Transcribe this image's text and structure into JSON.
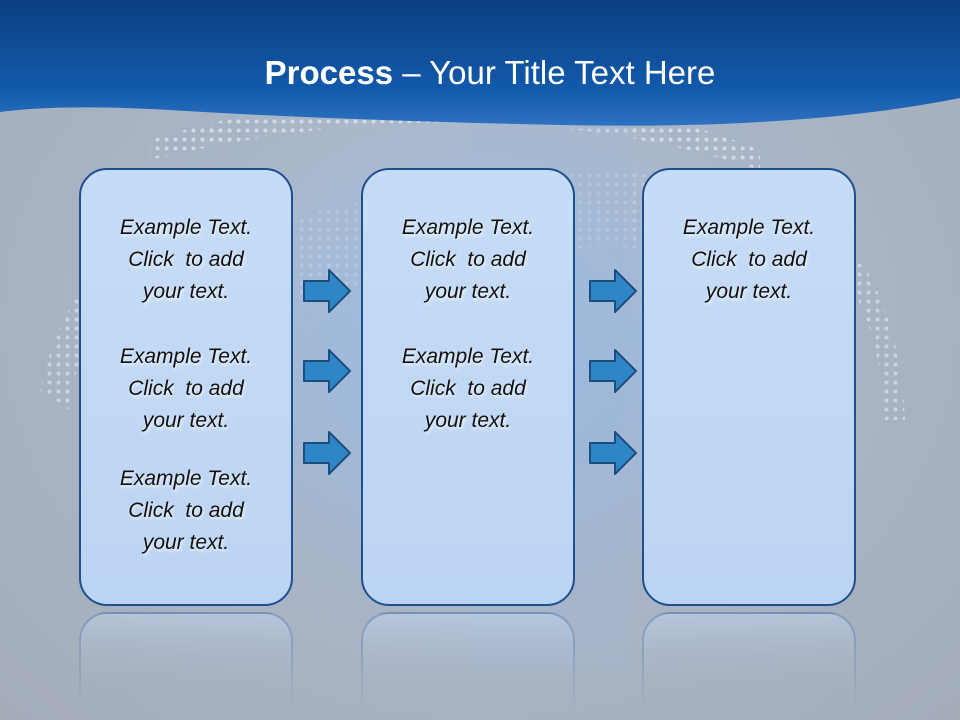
{
  "slide": {
    "title_bold": "Process",
    "title_rest": " – Your Title Text Here",
    "colors": {
      "header": "#1257a6",
      "box_fill": "#c3daf5",
      "box_border": "#1f4f8e",
      "arrow_fill": "#2f86c6",
      "arrow_border": "#1b4e7d"
    }
  },
  "columns": [
    {
      "items": [
        {
          "line1": "Example Text.",
          "line2": "Click  to add",
          "line3": "your text."
        },
        {
          "line1": "Example Text.",
          "line2": "Click  to add",
          "line3": "your text."
        },
        {
          "line1": "Example Text.",
          "line2": "Click  to add",
          "line3": "your text."
        }
      ]
    },
    {
      "items": [
        {
          "line1": "Example Text.",
          "line2": "Click  to add",
          "line3": "your text."
        },
        {
          "line1": "Example Text.",
          "line2": "Click  to add",
          "line3": "your text."
        }
      ]
    },
    {
      "items": [
        {
          "line1": "Example Text.",
          "line2": "Click  to add",
          "line3": "your text."
        }
      ]
    }
  ],
  "arrows": {
    "icon": "right-arrow-icon",
    "count_group1": 3,
    "count_group2": 3
  }
}
